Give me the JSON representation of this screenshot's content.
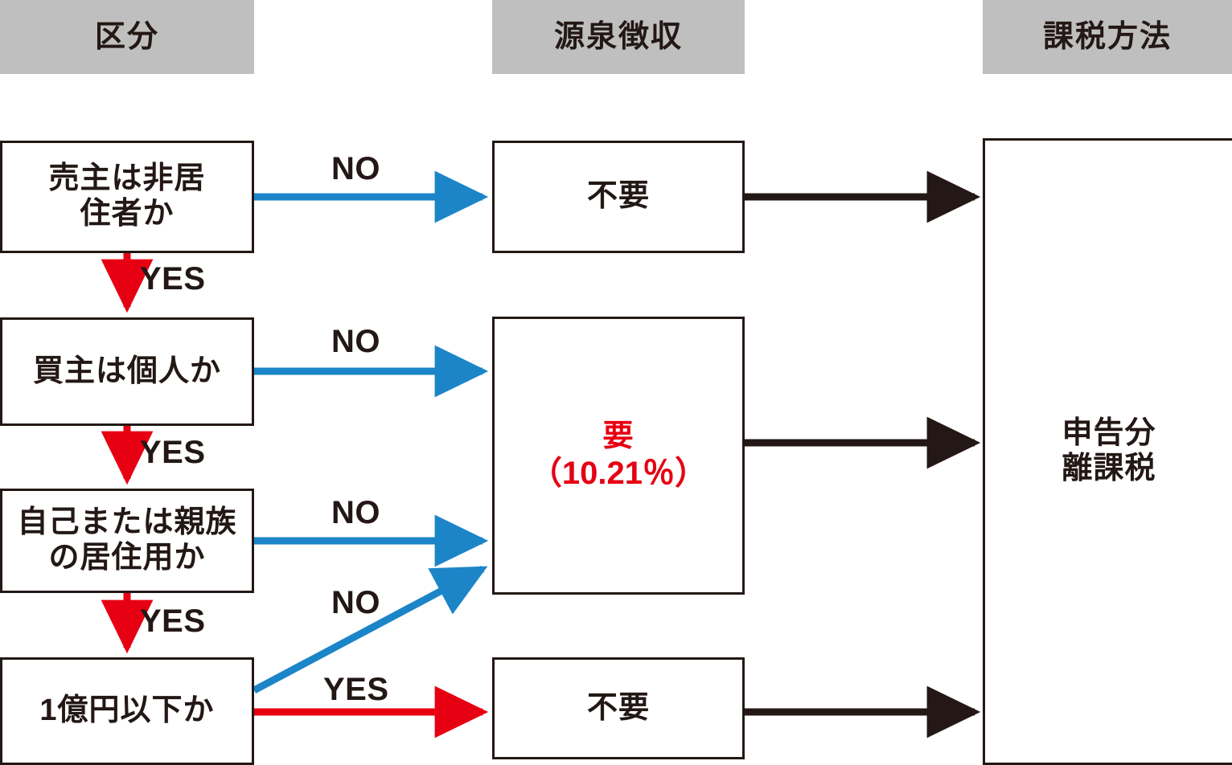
{
  "columns": [
    {
      "id": "kubun",
      "label": "区分"
    },
    {
      "id": "gensen",
      "label": "源泉徴収"
    },
    {
      "id": "kazei",
      "label": "課税方法"
    }
  ],
  "decisions": [
    {
      "id": "seller-nonresident",
      "line1": "売主は非居",
      "line2": "住者か"
    },
    {
      "id": "buyer-individual",
      "line1": "買主は個人か",
      "line2": ""
    },
    {
      "id": "self-or-relative",
      "line1": "自己または親族",
      "line2": "の居住用か"
    },
    {
      "id": "under-100m",
      "line1": "1億円以下か",
      "line2": ""
    }
  ],
  "outcomes": [
    {
      "id": "not-required-top",
      "line1": "不要",
      "line2": ""
    },
    {
      "id": "required-withhold",
      "line1": "要",
      "line2": "（10.21％）"
    },
    {
      "id": "not-required-bottom",
      "line1": "不要",
      "line2": ""
    }
  ],
  "result": {
    "id": "separate-filing",
    "line1": "申告分",
    "line2": "離課税"
  },
  "edge_labels": {
    "no1": "NO",
    "yes1": "YES",
    "no2": "NO",
    "yes2": "YES",
    "no3": "NO",
    "yes3": "YES",
    "no4": "NO",
    "yes4": "YES"
  },
  "colors": {
    "no_edge": "#1b85c8",
    "yes_edge": "#e60012",
    "result_edge": "#231815",
    "header_bg": "#bfbfbf",
    "ink": "#231815",
    "accent_text": "#e60012",
    "box_border": "#231815",
    "background": "#ffffff"
  }
}
